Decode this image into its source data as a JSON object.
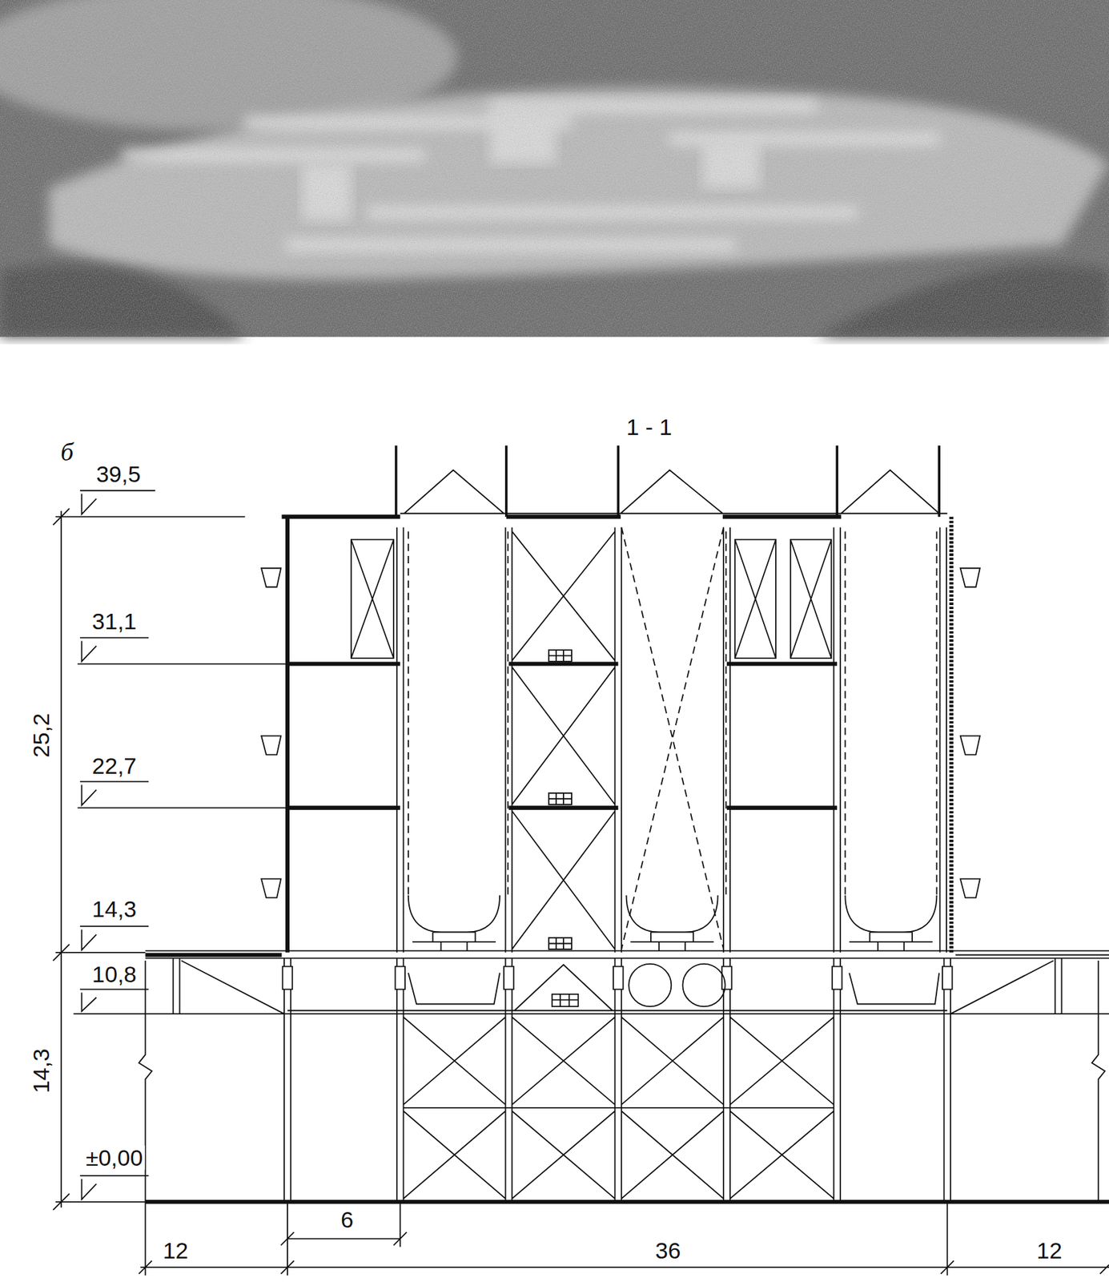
{
  "diagram": {
    "labels": [
      "б",
      "1 - 1",
      "39,5",
      "25,2",
      "31,1",
      "22,7",
      "14,3",
      "10,8",
      "14,3",
      "±0,00",
      "6",
      "12",
      "36",
      "12"
    ]
  }
}
